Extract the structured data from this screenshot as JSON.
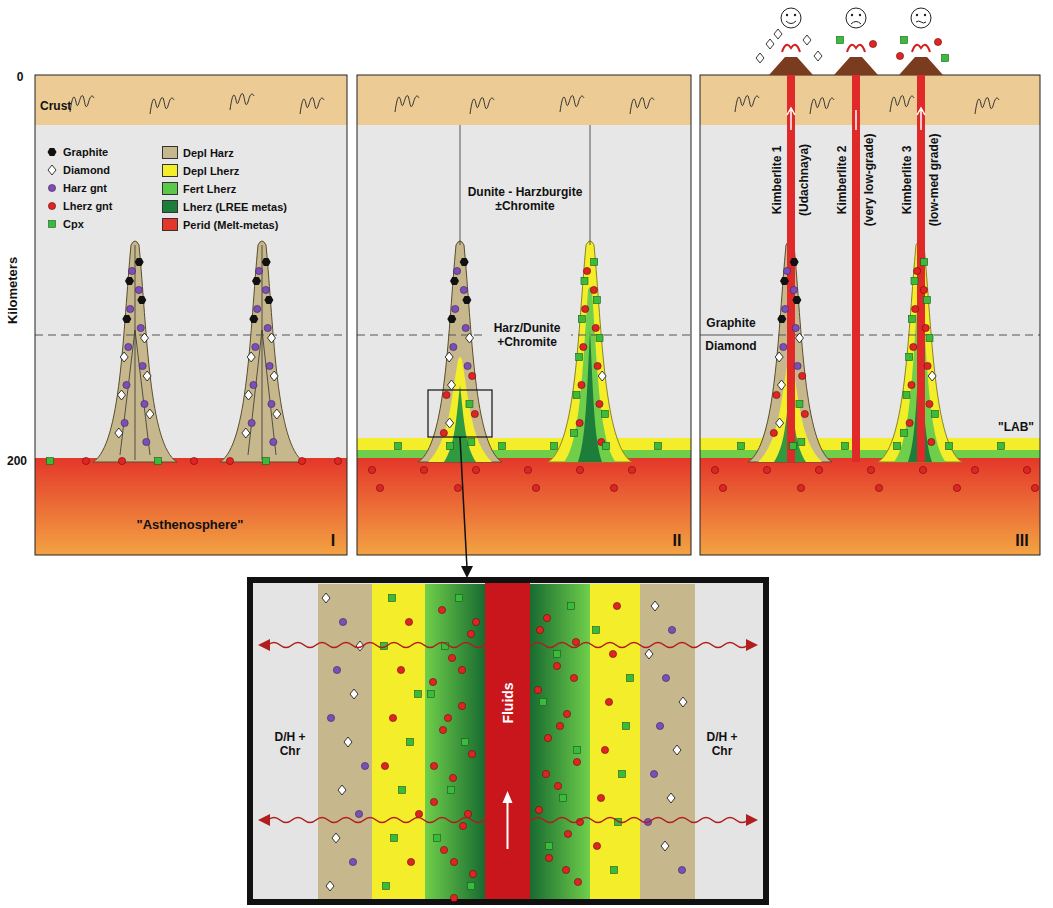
{
  "diagram": {
    "nodes": [
      {
        "text": [
          "Fluids"
        ]
      }
    ],
    "labels": [
      "0",
      "Kilometers",
      "200",
      "Crust",
      "\"Asthenosphere\"",
      "I",
      "Dunite - Harzburgite ±Chromite",
      "Harz/Dunite +Chromite",
      "II",
      "Kimberlite 1",
      "(Udachnaya)",
      "Kimberlite 2",
      "(very low-grade)",
      "Kimberlite 3",
      "(low-med grade)",
      "Graphite",
      "Diamond",
      "\"LAB\"",
      "III",
      "D/H + Chr",
      "D/H + Chr"
    ],
    "legend": [
      {
        "text": "Graphite"
      },
      {
        "text": "Diamond"
      },
      {
        "text": "Harz gnt"
      },
      {
        "text": "Lherz gnt"
      },
      {
        "text": "Cpx"
      },
      {
        "text": "Depl Harz",
        "color": "#c6b78c"
      },
      {
        "text": "Depl Lherz",
        "color": "#f4ee2a"
      },
      {
        "text": "Fert Lherz",
        "color": "#5cc84a"
      },
      {
        "text": "Lherz (LREE metas)",
        "color": "#1d7d3a"
      },
      {
        "text": "Perid (Melt-metas)",
        "color": "#e4372a"
      }
    ]
  }
}
